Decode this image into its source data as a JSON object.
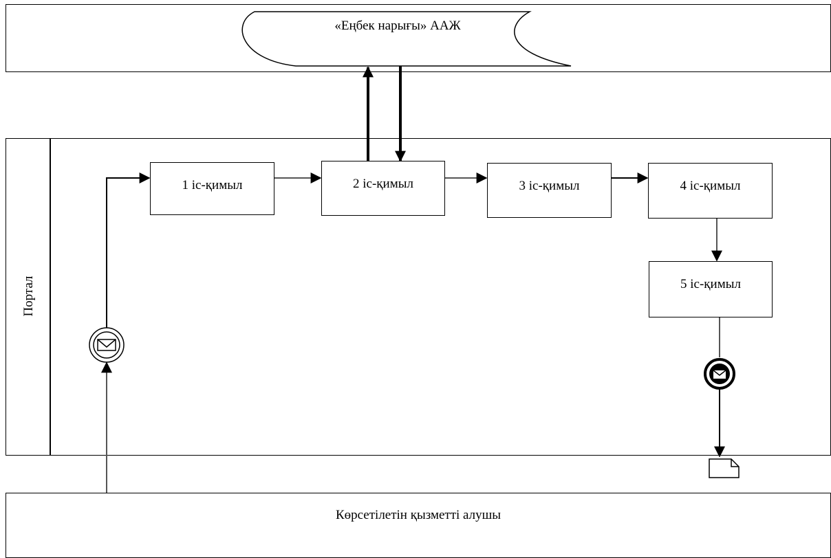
{
  "system": {
    "name": "«Еңбек нарығы» ААЖ"
  },
  "lanes": {
    "portal": "Портал",
    "recipient": "Көрсетілетін қызметті алушы"
  },
  "steps": [
    {
      "label": "1 іс-қимыл"
    },
    {
      "label": "2 іс-қимыл"
    },
    {
      "label": "3 іс-қимыл"
    },
    {
      "label": "4 іс-қимыл"
    },
    {
      "label": "5 іс-қимыл"
    }
  ]
}
